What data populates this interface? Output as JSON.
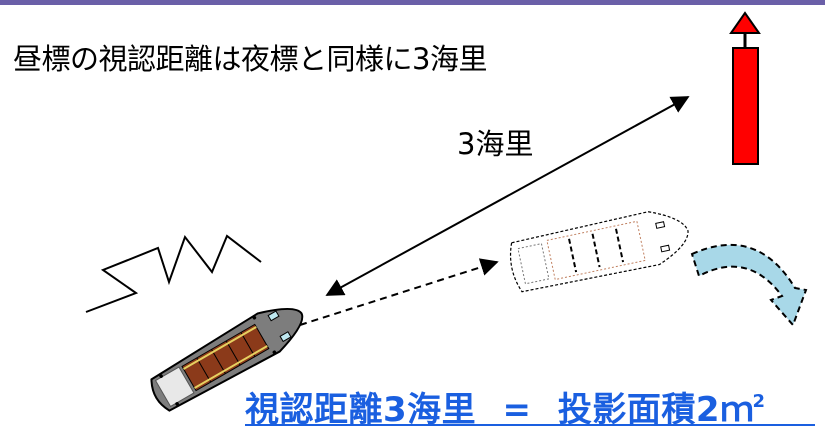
{
  "heading": "昼標の視認距離は夜標と同様に3海里",
  "distance_label": "3海里",
  "formula": {
    "left": "視認距離3海里",
    "equals": "=",
    "right": "投影面積2ｍ",
    "unit_superscript": "2"
  },
  "colors": {
    "buoy_body": "#ff0000",
    "formula_text": "#1a5fe0",
    "curved_arrow_fill": "#a8d8e8",
    "top_bar": "#6a5fa8"
  }
}
